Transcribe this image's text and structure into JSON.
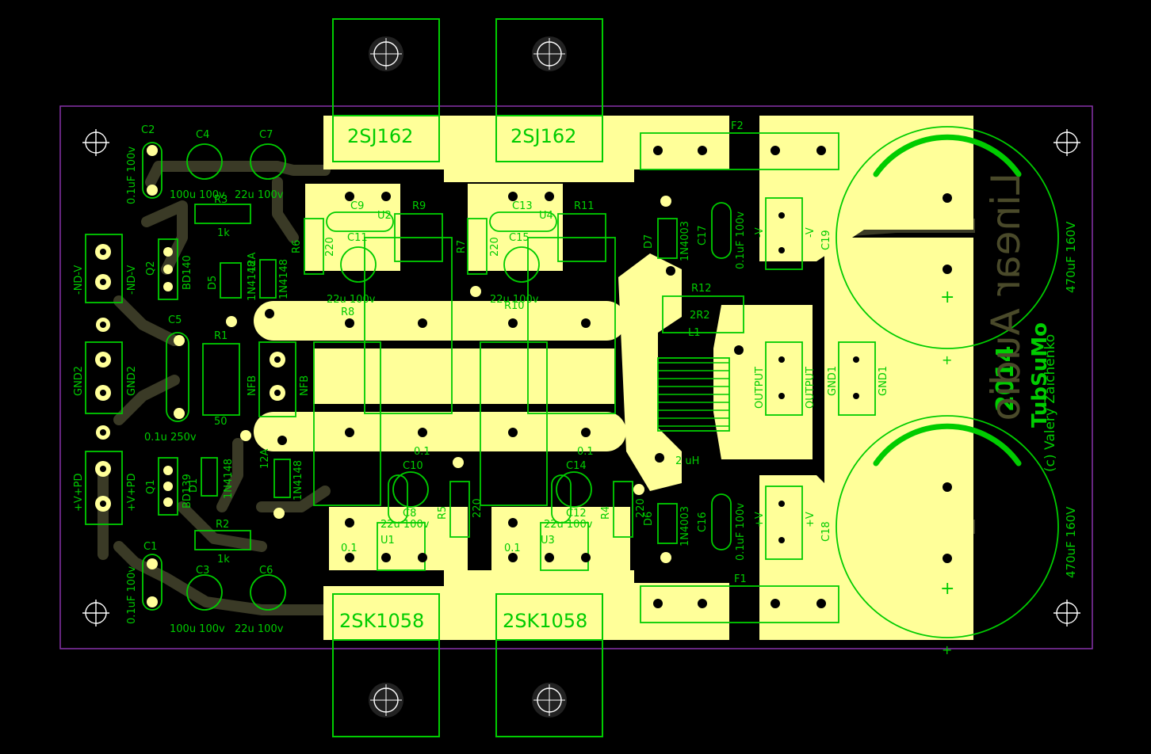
{
  "colors": {
    "background": "#000000",
    "copper": "#FFFF99",
    "silkscreen": "#00CC00",
    "trace": "#3A3A26",
    "outline": "#8833AA",
    "hole": "#000000",
    "mark": "#FFFFFF"
  },
  "mosfets": {
    "top_left": "2SJ162",
    "top_right": "2SJ162",
    "bottom_left": "2SK1058",
    "bottom_right": "2SK1058"
  },
  "labels": {
    "c2": "C2",
    "c4": "C4",
    "c7": "C7",
    "c1": "C1",
    "c3": "C3",
    "c6": "C6",
    "c5": "C5",
    "c9": "C9",
    "c13": "C13",
    "c10": "C10",
    "c14": "C14",
    "c11": "C11",
    "c15": "C15",
    "c8": "C8",
    "c12": "C12",
    "c16": "C16",
    "c17": "C17",
    "c18": "C18",
    "c19": "C19",
    "u1": "U1",
    "u2": "U2",
    "u3": "U3",
    "u4": "U4",
    "r1": "R1",
    "r2": "R2",
    "r3": "R3",
    "r4": "R4",
    "r5": "R5",
    "r6": "R6",
    "r7": "R7",
    "r8": "R8",
    "r9": "R9",
    "r10": "R10",
    "r11": "R11",
    "r12": "R12",
    "q1": "Q1",
    "q2": "Q2",
    "d1": "D1",
    "d5": "D5",
    "d6": "D6",
    "d7": "D7",
    "f1": "F1",
    "f2": "F2",
    "l1": "L1",
    "bd139": "BD139",
    "bd140": "BD140",
    "v01uf_100v": "0.1uF 100v",
    "v100u_100v": "100u 100v",
    "v22u_100v": "22u 100v",
    "v01u_250v": "0.1u 250v",
    "v220": "220",
    "v01": "0.1",
    "v1k": "1k",
    "v50": "50",
    "v2r2": "2R2",
    "v2uh": "2 uH",
    "v1n4148": "1N4148",
    "v1n4003": "1N4003",
    "v12a": "12A",
    "nd_v": "-ND-V",
    "gnd2": "GND2",
    "v_pd": "+V+PD",
    "nfb": "NFB",
    "minus_v": "-V",
    "plus_v": "+V",
    "output": "OUTPUT",
    "gnd1": "GND1",
    "cap_value": "470uF 160V",
    "plus": "+",
    "minus": "-",
    "author": "(c) Valery Zaichenko",
    "project": "TubSuMo",
    "year": "2014",
    "mirror_brand": "Linear Audio"
  }
}
